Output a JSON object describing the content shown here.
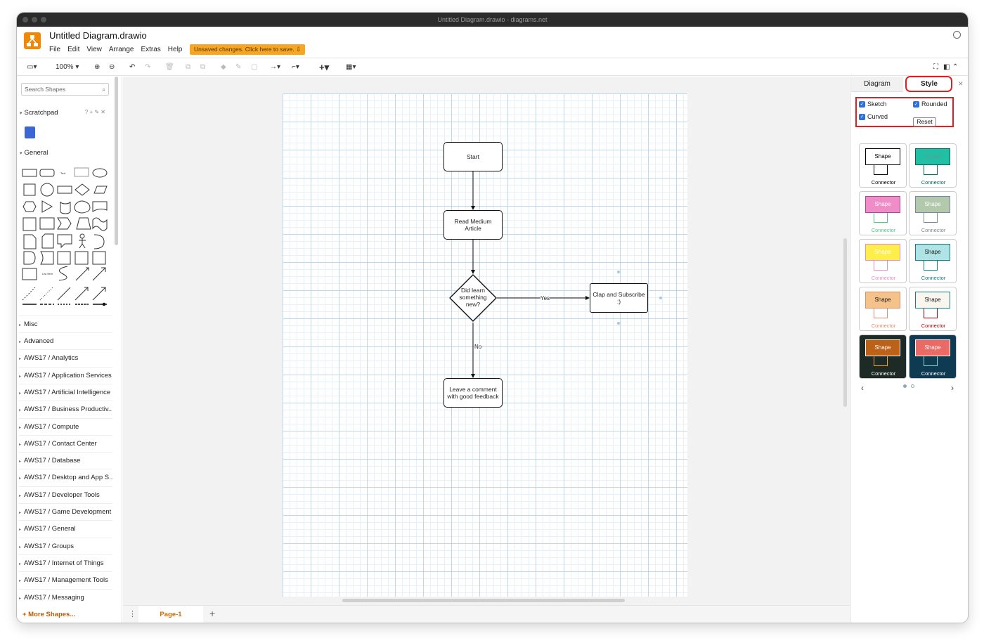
{
  "window": {
    "title": "Untitled Diagram.drawio - diagrams.net"
  },
  "header": {
    "filename": "Untitled Diagram.drawio",
    "menu": [
      "File",
      "Edit",
      "View",
      "Arrange",
      "Extras",
      "Help"
    ],
    "unsaved_notice": "Unsaved changes. Click here to save."
  },
  "toolbar": {
    "zoom": "100%"
  },
  "sidebar": {
    "search_placeholder": "Search Shapes",
    "scratchpad_label": "Scratchpad",
    "general_label": "General",
    "categories": [
      "Misc",
      "Advanced",
      "AWS17 / Analytics",
      "AWS17 / Application Services",
      "AWS17 / Artificial Intelligence",
      "AWS17 / Business Productiv...",
      "AWS17 / Compute",
      "AWS17 / Contact Center",
      "AWS17 / Database",
      "AWS17 / Desktop and App S...",
      "AWS17 / Developer Tools",
      "AWS17 / Game Development",
      "AWS17 / General",
      "AWS17 / Groups",
      "AWS17 / Internet of Things",
      "AWS17 / Management Tools",
      "AWS17 / Messaging"
    ],
    "more_shapes": "+ More Shapes..."
  },
  "diagram": {
    "nodes": {
      "start": "Start",
      "read": "Read Medium Article",
      "decision": "Did learn something new?",
      "clap": "Clap and Subscribe :)",
      "leave": "Leave a comment with good feedback"
    },
    "edges": {
      "yes": "Yes",
      "no": "No"
    }
  },
  "pages": {
    "tab": "Page-1",
    "add": "+"
  },
  "format_panel": {
    "tabs": {
      "diagram": "Diagram",
      "style": "Style"
    },
    "options": {
      "sketch": "Sketch",
      "rounded": "Rounded",
      "curved": "Curved",
      "reset": "Reset"
    },
    "style_shape_label": "Shape",
    "style_connector_label": "Connector",
    "styles": [
      {
        "fill": "#ffffff",
        "stroke": "#000000",
        "text": "#000000",
        "conn": "#000000"
      },
      {
        "fill": "#21c0a5",
        "stroke": "#006658",
        "text": "#5c9e8f",
        "conn": "#006658"
      },
      {
        "fill": "#f08cc8",
        "stroke": "#b0469a",
        "text": "#ffffff",
        "conn": "#43d17d"
      },
      {
        "fill": "#b2c9ab",
        "stroke": "#788aa3",
        "text": "#ffffff",
        "conn": "#788aa3"
      },
      {
        "fill": "#fdee4a",
        "stroke": "#f18acd",
        "text": "#ffffff",
        "conn": "#f18acd"
      },
      {
        "fill": "#b0e3e6",
        "stroke": "#0e8088",
        "text": "#1a1a1a",
        "conn": "#0e8088"
      },
      {
        "fill": "#f5c28a",
        "stroke": "#e88a6a",
        "text": "#1a1a1a",
        "conn": "#e88a6a"
      },
      {
        "fill": "#f9f7ed",
        "stroke": "#0e8088",
        "text": "#1a1a1a",
        "conn": "#b20000"
      },
      {
        "fill": "#bc6118",
        "stroke": "#fff",
        "text": "#ffffff",
        "conn": "#f5a623",
        "bg": "#1e2a26"
      },
      {
        "fill": "#ea6b66",
        "stroke": "#fff",
        "text": "#ffffff",
        "conn": "#8cd4ce",
        "bg": "#0e3a52"
      }
    ]
  }
}
